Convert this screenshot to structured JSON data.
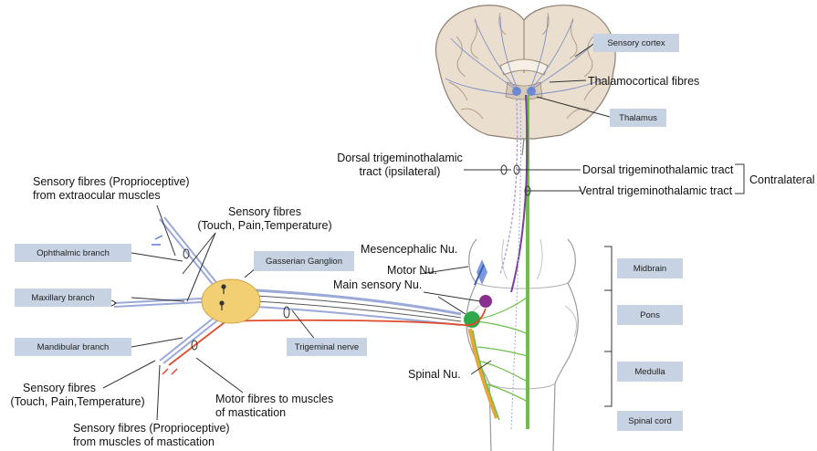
{
  "boxed_labels": {
    "sensory_cortex": "Sensory cortex",
    "thalamus": "Thalamus",
    "ophthalmic_branch": "Ophthalmic branch",
    "maxillary_branch": "Maxillary branch",
    "mandibular_branch": "Mandibular branch",
    "gasserian_ganglion": "Gasserian Ganglion",
    "trigeminal_nerve": "Trigeminal nerve",
    "midbrain": "Midbrain",
    "pons": "Pons",
    "medulla": "Medulla",
    "spinal_cord": "Spinal cord"
  },
  "labels": {
    "thalamocortical_fibres": "Thalamocortical fibres",
    "dorsal_ipsi_line1": "Dorsal trigeminothalamic",
    "dorsal_ipsi_line2": "tract (ipsilateral)",
    "dorsal_tract": "Dorsal trigeminothalamic tract",
    "ventral_tract": "Ventral trigeminothalamic tract",
    "contralateral": "Contralateral",
    "sensory_proprio_eye_line1": "Sensory fibres (Proprioceptive)",
    "sensory_proprio_eye_line2": "from extraocular muscles",
    "sensory_touch_top_line1": "Sensory fibres",
    "sensory_touch_top_line2": "(Touch, Pain,Temperature)",
    "mesencephalic_nu": "Mesencephalic Nu.",
    "motor_nu": "Motor Nu.",
    "main_sensory_nu": "Main sensory Nu.",
    "spinal_nu": "Spinal Nu.",
    "sensory_touch_bottom_line1": "Sensory fibres",
    "sensory_touch_bottom_line2": "(Touch, Pain,Temperature)",
    "motor_fibres_line1": "Motor fibres to muscles",
    "motor_fibres_line2": "of mastication",
    "sensory_proprio_mast_line1": "Sensory fibres (Proprioceptive)",
    "sensory_proprio_mast_line2": "from muscles of mastication"
  },
  "colors": {
    "box_fill": "#c7d3e2",
    "ganglion_fill": "#f2cf73",
    "tract_green": "#6cc04a",
    "tract_purple": "#7b3f97",
    "motor_red": "#e04a2a",
    "nucleus_blue": "#5c7fd6",
    "nerve_blue": "#9aa9d8",
    "brain_tissue": "#e8dccd"
  }
}
